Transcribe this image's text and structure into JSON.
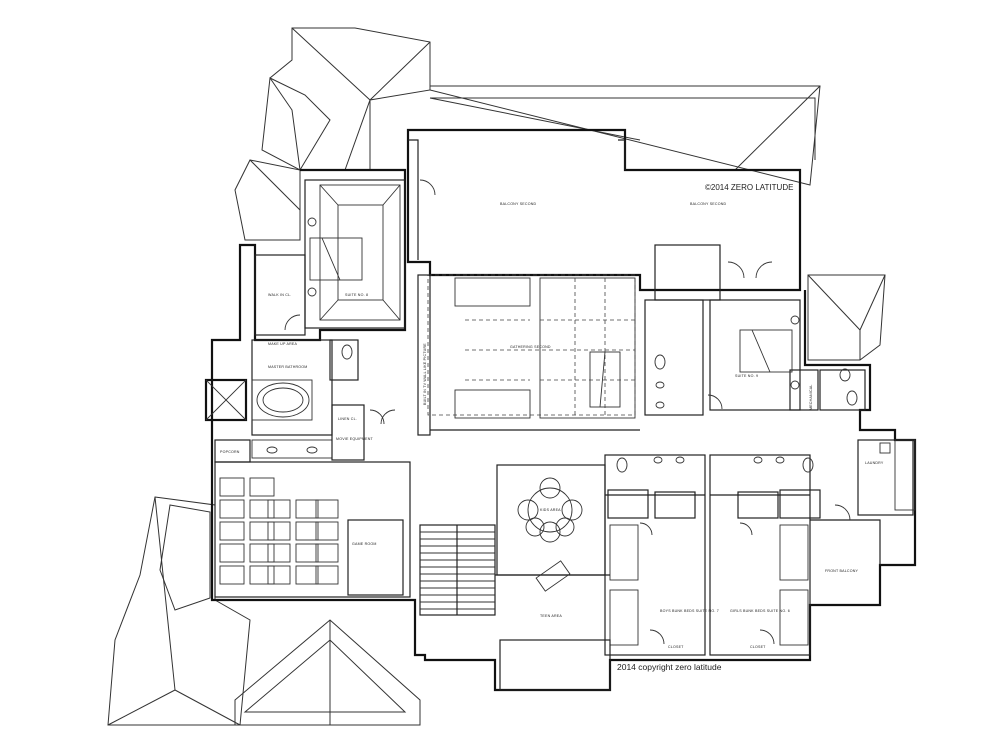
{
  "copyright_top": "©2014 ZERO LATITUDE",
  "copyright_bottom": "2014 copyright zero latitude",
  "rooms": {
    "balcony_second_left": "BALCONY SECOND",
    "balcony_second_right": "BALCONY SECOND",
    "suite_8": "SUITE NO. 8",
    "walk_in_closet": "WALK IN CL.",
    "master_bathroom": "MASTER BATHROOM",
    "linen_closet": "LINEN CL.",
    "movie_equipment": "MOVIE EQUIPMENT",
    "popcorn": "POPCORN",
    "built_in_tv": "BUILT IN TV WALL LIKE PICTURE",
    "gathering_second": "GATHERING SECOND",
    "suite_9": "SUITE NO. 9",
    "mechanical": "MECHANICAL",
    "laundry": "LAUNDRY",
    "kids_area": "KIDS AREA",
    "teen_area": "TEEN AREA",
    "boys_bunk": "BOYS BUNK BEDS SUITE NO. 7",
    "girls_bunk": "GIRLS BUNK BEDS SUITE NO. 6",
    "front_balcony": "FRONT BALCONY",
    "game_room": "GAME ROOM",
    "closet_left": "CLOSET",
    "closet_right": "CLOSET",
    "make_up": "MAKE UP AREA"
  },
  "icons": {
    "compass": "compass-icon",
    "door_swing": "door-swing-icon"
  }
}
